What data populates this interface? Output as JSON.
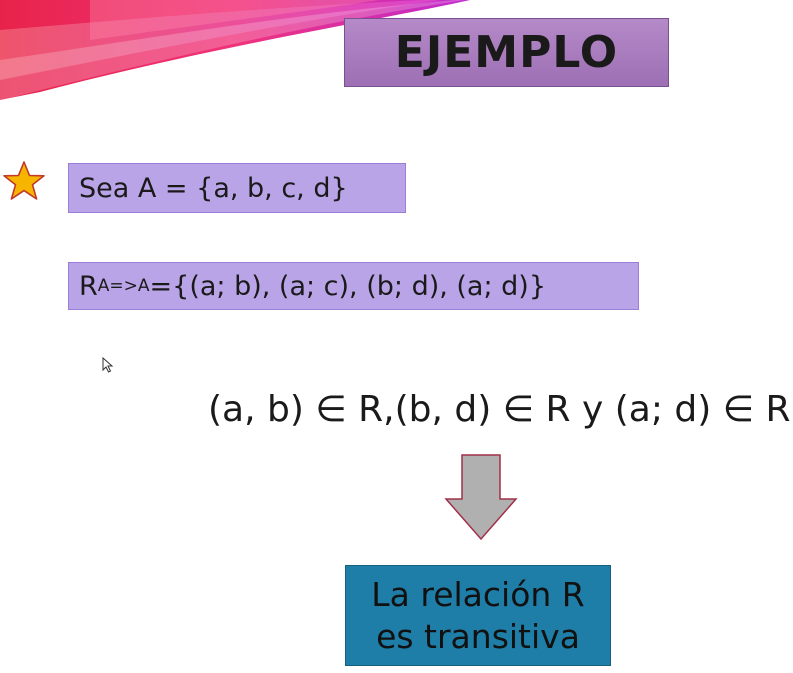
{
  "slide": {
    "title": "EJEMPLO",
    "set_definition": "Sea A = {a, b, c, d}",
    "relation": {
      "symbol": "R",
      "subscript": "A=>A",
      "definition": " ={(a; b), (a; c), (b; d), (a; d)}"
    },
    "statement": "(a, b) ∈ R,(b, d) ∈ R  y  (a; d) ∈ R",
    "conclusion": {
      "line1": "La relación R",
      "line2": "es transitiva"
    }
  },
  "colors": {
    "title_bg": "#a97dbf",
    "content_box_bg": "#b9a4e8",
    "conclusion_bg": "#1f7ea8",
    "arrow_fill": "#b0b0b0",
    "arrow_stroke": "#a0304a",
    "star_fill": "#f7b500"
  },
  "icons": {
    "bullet": "star-icon",
    "arrow": "arrow-down-icon",
    "pointer": "mouse-cursor-icon"
  }
}
